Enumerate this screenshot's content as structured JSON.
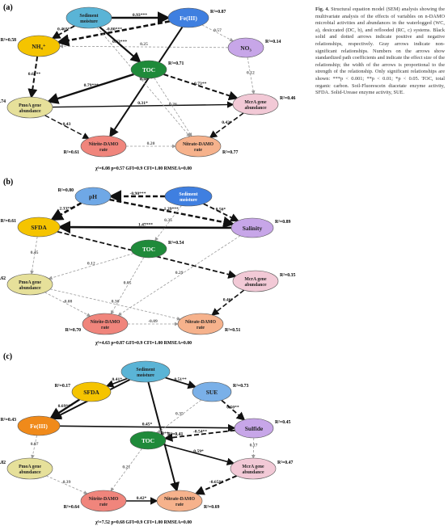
{
  "caption": {
    "label": "Fig. 4.",
    "text": "Structural equation model (SEM) analysis showing the multivariate analysis of the effects of variables on n-DAMO microbial activities and abundances in the waterlogged (WC, a), desiccated (DC, b), and reflooded (RC, c) systems. Black solid and dotted arrows indicate positive and negative relationships, respectively. Gray arrows indicate non-significant relationships. Numbers on the arrows show standardized path coefficients and indicate the effect size of the relationship; the width of the arrows is proportional to the strength of the relationship. Only significant relationships are shown: ***p < 0.001; **p < 0.01; *p < 0.05. TOC, total organic carbon. Soil-Fluorescein diacetate enzyme activity, SFDA. Solid-Urease enzyme activity, SUE."
  },
  "colors": {
    "moisture": "#5ab4d6",
    "fe": "#3f7fe0",
    "nh4": "#f5c400",
    "no3": "#c7a6e8",
    "toc": "#1f8a3a",
    "pmoa": "#e6e09a",
    "mcra": "#f2c9d6",
    "nitrite": "#f0857c",
    "nitrate": "#f6b28c",
    "ph": "#6fa8e6",
    "sediment": "#3f7fe0",
    "sfda": "#f5c400",
    "salinity": "#c7a6e8",
    "sue": "#7ab0e8",
    "sulfide": "#c7a6e8",
    "fe3c": "#f08a1a"
  },
  "panels": [
    {
      "label": "(a)",
      "stats": "χ²=6.08  p=0.57  GFI=0.9  CFI=1.00  RMSEA=0.00",
      "nodes": [
        {
          "id": "moist",
          "label": "Sediment moisture",
          "color": "moisture",
          "r2": ""
        },
        {
          "id": "fe",
          "label": "Fe(III)",
          "color": "fe",
          "r2": "R²=0.87"
        },
        {
          "id": "nh4",
          "label": "NH₄⁺",
          "color": "nh4",
          "r2": "R²=0.58"
        },
        {
          "id": "no3",
          "label": "NO₃",
          "color": "no3",
          "r2": "R²=0.14"
        },
        {
          "id": "toc",
          "label": "TOC",
          "color": "toc",
          "r2": "R²=0.71"
        },
        {
          "id": "pmoa",
          "label": "PmoA gene abundance",
          "color": "pmoa",
          "r2": "R²=0.74"
        },
        {
          "id": "mcra",
          "label": "McrA gene abundance",
          "color": "mcra",
          "r2": "R²=0.46"
        },
        {
          "id": "nitrite",
          "label": "Nitrite-DAMO rate",
          "color": "nitrite",
          "r2": "R²=0.61"
        },
        {
          "id": "nitrate",
          "label": "Nitrate-DAMO rate",
          "color": "nitrate",
          "r2": "R²=0.77"
        }
      ],
      "edges": [
        {
          "from": "moist",
          "to": "fe",
          "label": "0.93***",
          "style": "solid",
          "w": 2.6
        },
        {
          "from": "moist",
          "to": "nh4",
          "label": "0.46**",
          "style": "dash",
          "w": 1.8
        },
        {
          "from": "fe",
          "to": "nh4",
          "label": "-0.80***",
          "style": "dash",
          "w": 2.6
        },
        {
          "from": "no3",
          "to": "nh4",
          "label": "0.25",
          "style": "gray",
          "w": 0.8
        },
        {
          "from": "fe",
          "to": "no3",
          "label": "0.57",
          "style": "gray",
          "w": 0.8
        },
        {
          "from": "moist",
          "to": "toc",
          "label": "0.63***",
          "style": "solid",
          "w": 2.2
        },
        {
          "from": "nh4",
          "to": "pmoa",
          "label": "0.61**",
          "style": "dash",
          "w": 2.0
        },
        {
          "from": "toc",
          "to": "pmoa",
          "label": "0.79***",
          "style": "solid",
          "w": 2.4
        },
        {
          "from": "pmoa",
          "to": "mcra",
          "label": "0.31*",
          "style": "solid",
          "w": 1.4
        },
        {
          "from": "toc",
          "to": "mcra",
          "label": "0.73**",
          "style": "dash",
          "w": 2.0
        },
        {
          "from": "fe",
          "to": "nitrite",
          "label": "0.59**",
          "style": "solid",
          "w": 2.0
        },
        {
          "from": "pmoa",
          "to": "nitrite",
          "label": "0.43",
          "style": "dash",
          "w": 1.4
        },
        {
          "from": "mcra",
          "to": "nitrate",
          "label": "0.43*",
          "style": "dash",
          "w": 1.6
        },
        {
          "from": "nitrite",
          "to": "nitrate",
          "label": "0.20",
          "style": "gray",
          "w": 0.8
        },
        {
          "from": "toc",
          "to": "nitrate",
          "label": "0.26",
          "style": "gray",
          "w": 0.8
        },
        {
          "from": "no3",
          "to": "mcra",
          "label": "0.12",
          "style": "gray",
          "w": 0.8
        },
        {
          "from": "moist",
          "to": "nitrate",
          "label": "0.18",
          "style": "gray",
          "w": 0.8
        }
      ]
    },
    {
      "label": "(b)",
      "stats": "χ²=4.63  p=0.87  GFI=0.9  CFI=1.00  RMSEA=0.00",
      "nodes": [
        {
          "id": "ph",
          "label": "pH",
          "color": "ph",
          "r2": "R²=0.80"
        },
        {
          "id": "sed",
          "label": "Sediment moisture",
          "color": "sediment",
          "r2": ""
        },
        {
          "id": "sfda",
          "label": "SFDA",
          "color": "sfda",
          "r2": "R²=0.61"
        },
        {
          "id": "sal",
          "label": "Salinity",
          "color": "salinity",
          "r2": "R²=0.89"
        },
        {
          "id": "toc",
          "label": "TOC",
          "color": "toc",
          "r2": "R²=0.54"
        },
        {
          "id": "pmoa",
          "label": "PmoA gene abundance",
          "color": "pmoa",
          "r2": "R²=0.62"
        },
        {
          "id": "mcra",
          "label": "McrA gene abundance",
          "color": "mcra",
          "r2": "R²=0.35"
        },
        {
          "id": "nitrite",
          "label": "Nitrite-DAMO rate",
          "color": "nitrite",
          "r2": "R²=0.70"
        },
        {
          "id": "nitrate",
          "label": "Nitrate-DAMO rate",
          "color": "nitrate",
          "r2": "R²=0.51"
        }
      ],
      "edges": [
        {
          "from": "sed",
          "to": "ph",
          "label": "-0.90***",
          "style": "dash",
          "w": 2.6
        },
        {
          "from": "ph",
          "to": "sfda",
          "label": "2.33***",
          "style": "dash",
          "w": 2.6
        },
        {
          "from": "sed",
          "to": "sal",
          "label": "0.56*",
          "style": "dash",
          "w": 1.8
        },
        {
          "from": "sal",
          "to": "sfda",
          "label": "1.47***",
          "style": "solid",
          "w": 2.6
        },
        {
          "from": "ph",
          "to": "sal",
          "label": "1.29***",
          "style": "dash",
          "w": 2.4
        },
        {
          "from": "sed",
          "to": "toc",
          "label": "0.35",
          "style": "gray",
          "w": 0.8
        },
        {
          "from": "sfda",
          "to": "pmoa",
          "label": "0.45",
          "style": "gray",
          "w": 0.8
        },
        {
          "from": "toc",
          "to": "pmoa",
          "label": "0.12",
          "style": "gray",
          "w": 0.8
        },
        {
          "from": "sfda",
          "to": "mcra",
          "label": "-0.58**",
          "style": "dash",
          "w": 1.8
        },
        {
          "from": "toc",
          "to": "nitrite",
          "label": "0.05",
          "style": "gray",
          "w": 0.8
        },
        {
          "from": "pmoa",
          "to": "nitrate",
          "label": "0.36",
          "style": "gray",
          "w": 0.8
        },
        {
          "from": "mcra",
          "to": "nitrate",
          "label": "0.46*",
          "style": "dash",
          "w": 1.6
        },
        {
          "from": "sal",
          "to": "nitrite",
          "label": "0.29",
          "style": "gray",
          "w": 0.8
        },
        {
          "from": "pmoa",
          "to": "nitrite",
          "label": "-0.08",
          "style": "gray",
          "w": 0.8
        },
        {
          "from": "nitrite",
          "to": "nitrate",
          "label": "-0.09",
          "style": "gray",
          "w": 0.8
        }
      ]
    },
    {
      "label": "(c)",
      "stats": "χ²=7.52  p=0.68  GFI=0.9  CFI=1.00  RMSEA=0.00",
      "nodes": [
        {
          "id": "sed",
          "label": "Sediment moisture",
          "color": "moisture",
          "r2": ""
        },
        {
          "id": "sfda",
          "label": "SFDA",
          "color": "sfda",
          "r2": "R²=0.17"
        },
        {
          "id": "sue",
          "label": "SUE",
          "color": "sue",
          "r2": "R²=0.73"
        },
        {
          "id": "fe3",
          "label": "Fe(III)",
          "color": "fe3c",
          "r2": "R²=0.43"
        },
        {
          "id": "sulf",
          "label": "Sulfide",
          "color": "sulfide",
          "r2": "R²=0.45"
        },
        {
          "id": "toc",
          "label": "TOC",
          "color": "toc",
          "r2": "R²=0.41"
        },
        {
          "id": "pmoa",
          "label": "PmoA gene abundance",
          "color": "pmoa",
          "r2": "R²=0.82"
        },
        {
          "id": "mcra",
          "label": "McrA gene abundance",
          "color": "mcra",
          "r2": "R²=0.47"
        },
        {
          "id": "nitrite",
          "label": "Nitrite-DAMO rate",
          "color": "nitrite",
          "r2": "R²=0.64"
        },
        {
          "id": "nitrate",
          "label": "Nitrate-DAMO rate",
          "color": "nitrate",
          "r2": "R²=0.69"
        }
      ],
      "edges": [
        {
          "from": "sed",
          "to": "sfda",
          "label": "0.41*",
          "style": "solid",
          "w": 1.6
        },
        {
          "from": "sed",
          "to": "sue",
          "label": "0.51**",
          "style": "solid",
          "w": 1.8
        },
        {
          "from": "sed",
          "to": "fe3",
          "label": "0.52**",
          "style": "solid",
          "w": 2.0
        },
        {
          "from": "sfda",
          "to": "fe3",
          "label": "0.69***",
          "style": "solid",
          "w": 2.4
        },
        {
          "from": "sue",
          "to": "sulf",
          "label": "0.50**",
          "style": "dash",
          "w": 1.8
        },
        {
          "from": "sulf",
          "to": "toc",
          "label": "-0.54**",
          "style": "dash",
          "w": 1.8
        },
        {
          "from": "fe3",
          "to": "sulf",
          "label": "0.45*",
          "style": "solid",
          "w": 1.6
        },
        {
          "from": "sed",
          "to": "nitrate",
          "label": "0.58**",
          "style": "solid",
          "w": 2.0
        },
        {
          "from": "toc",
          "to": "mcra",
          "label": "0.59*",
          "style": "solid",
          "w": 1.6
        },
        {
          "from": "sulf",
          "to": "mcra",
          "label": "0.17",
          "style": "gray",
          "w": 0.8
        },
        {
          "from": "fe3",
          "to": "pmoa",
          "label": "0.07",
          "style": "gray",
          "w": 0.8
        },
        {
          "from": "pmoa",
          "to": "nitrite",
          "label": "0.39",
          "style": "gray",
          "w": 0.8
        },
        {
          "from": "mcra",
          "to": "nitrate",
          "label": "-0.65**",
          "style": "dash",
          "w": 2.0
        },
        {
          "from": "nitrite",
          "to": "nitrate",
          "label": "0.42*",
          "style": "solid",
          "w": 1.6
        },
        {
          "from": "toc",
          "to": "nitrite",
          "label": "0.21",
          "style": "gray",
          "w": 0.8
        },
        {
          "from": "sue",
          "to": "toc",
          "label": "0.35",
          "style": "gray",
          "w": 0.8
        }
      ]
    }
  ]
}
